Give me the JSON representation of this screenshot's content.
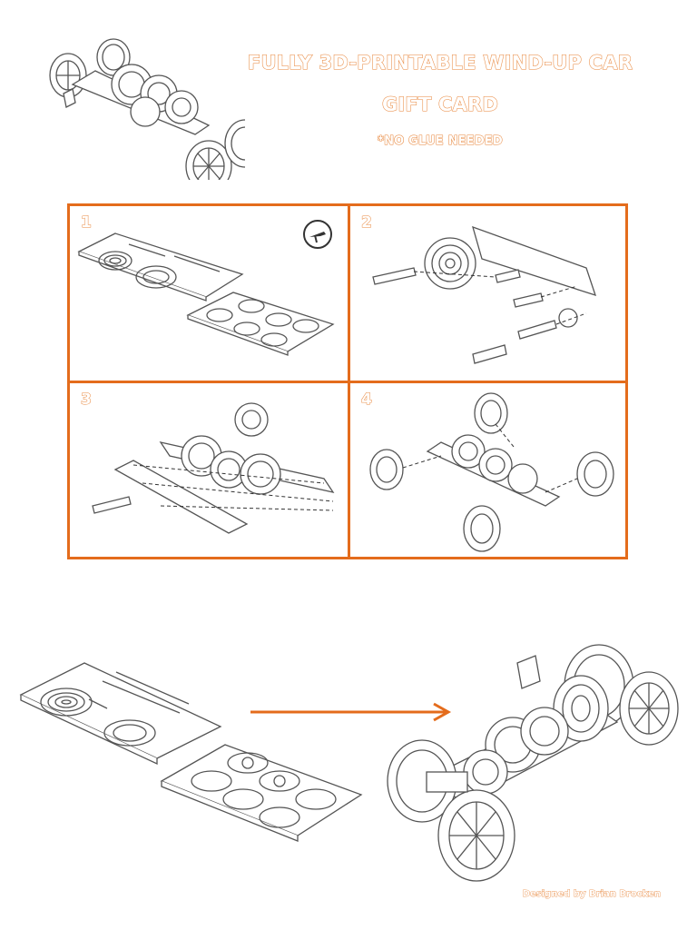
{
  "header": {
    "title_line1": "FULLY 3D-PRINTABLE WIND-UP CAR",
    "title_line2": "GIFT CARD",
    "note": "*NO GLUE NEEDED"
  },
  "steps": [
    {
      "number": "1"
    },
    {
      "number": "2"
    },
    {
      "number": "3"
    },
    {
      "number": "4"
    }
  ],
  "footer": {
    "credit": "Designed by Brian Brocken"
  },
  "colors": {
    "accent": "#e46c1c",
    "line": "#555555"
  },
  "icons": {
    "tool": "cutter-tool-icon",
    "arrow": "right-arrow-icon"
  }
}
